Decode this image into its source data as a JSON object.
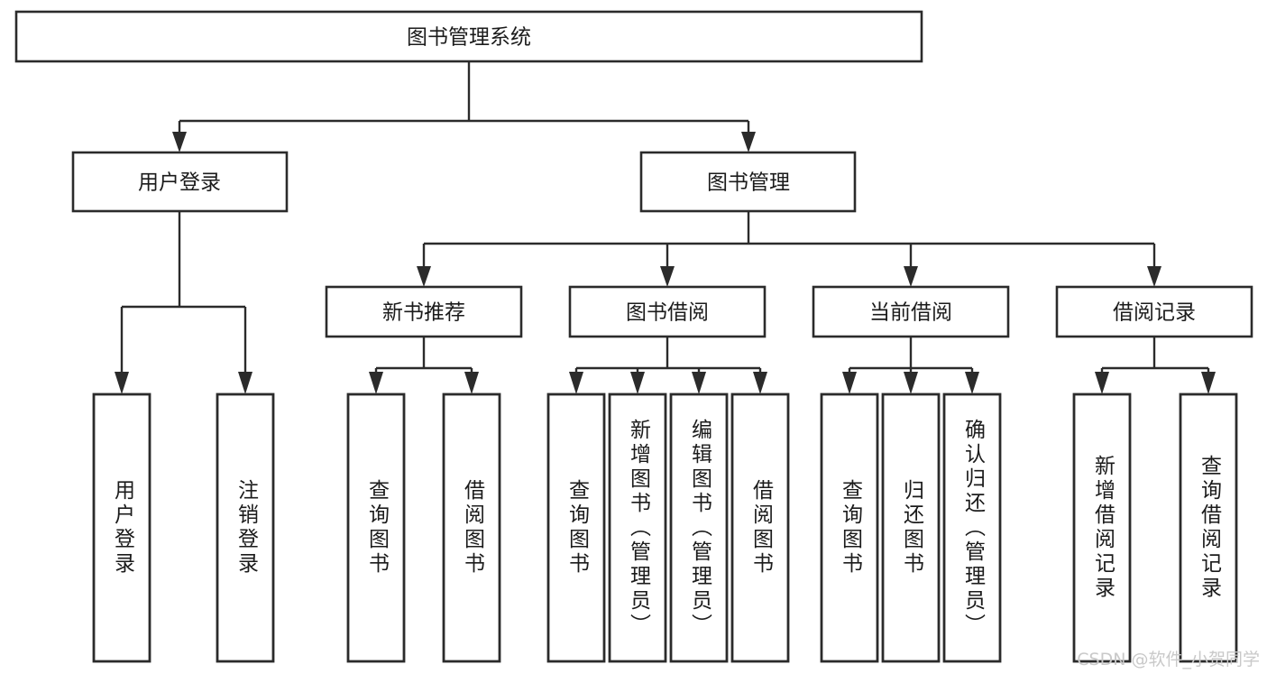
{
  "diagram": {
    "type": "tree-hierarchy-chart",
    "title": "图书管理系统",
    "watermark": "CSDN @软件_小贺同学",
    "colors": {
      "stroke": "#2b2b2b",
      "fill": "#ffffff",
      "text": "#1b1b1b",
      "watermark": "#c9c9c9"
    },
    "root": {
      "label": "图书管理系统"
    },
    "level2": [
      {
        "label": "用户登录"
      },
      {
        "label": "图书管理"
      }
    ],
    "level3": [
      {
        "label": "新书推荐"
      },
      {
        "label": "图书借阅"
      },
      {
        "label": "当前借阅"
      },
      {
        "label": "借阅记录"
      }
    ],
    "leaves": [
      {
        "label": "用户登录",
        "parent": "用户登录"
      },
      {
        "label": "注销登录",
        "parent": "用户登录"
      },
      {
        "label": "查询图书",
        "parent": "新书推荐"
      },
      {
        "label": "借阅图书",
        "parent": "新书推荐"
      },
      {
        "label": "查询图书",
        "parent": "图书借阅"
      },
      {
        "label": "新增图书（管理员）",
        "parent": "图书借阅"
      },
      {
        "label": "编辑图书（管理员）",
        "parent": "图书借阅"
      },
      {
        "label": "借阅图书",
        "parent": "图书借阅"
      },
      {
        "label": "查询图书",
        "parent": "当前借阅"
      },
      {
        "label": "归还图书",
        "parent": "当前借阅"
      },
      {
        "label": "确认归还（管理员）",
        "parent": "当前借阅"
      },
      {
        "label": "新增借阅记录",
        "parent": "借阅记录"
      },
      {
        "label": "查询借阅记录",
        "parent": "借阅记录"
      }
    ]
  }
}
